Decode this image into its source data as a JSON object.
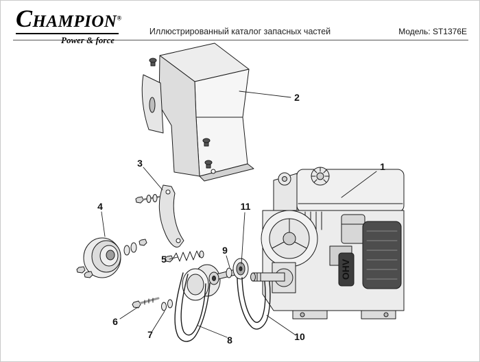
{
  "header": {
    "brand": "CHAMPION",
    "registered_mark": "®",
    "tagline": "Power & force",
    "title": "Иллюстрированный каталог запасных частей",
    "model": "Модель: ST1376E"
  },
  "diagram": {
    "engine_marking": "OHV",
    "callouts": [
      {
        "number": "1"
      },
      {
        "number": "2"
      },
      {
        "number": "3"
      },
      {
        "number": "4"
      },
      {
        "number": "5"
      },
      {
        "number": "6"
      },
      {
        "number": "7"
      },
      {
        "number": "8"
      },
      {
        "number": "9"
      },
      {
        "number": "10"
      },
      {
        "number": "11"
      }
    ]
  }
}
